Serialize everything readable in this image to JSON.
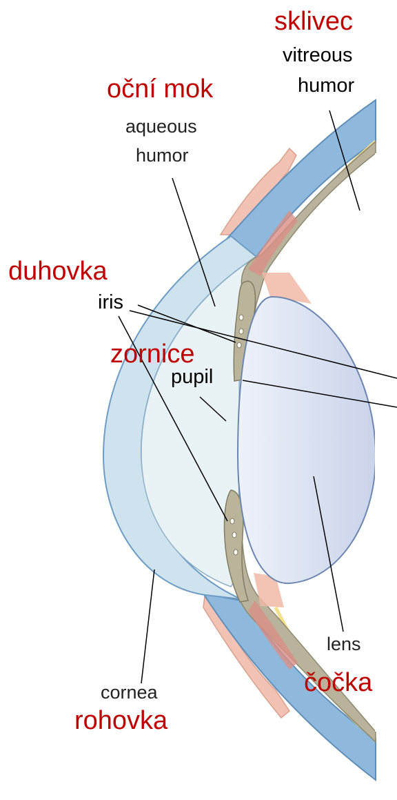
{
  "labels": {
    "vitreous_cz": "sklivec",
    "vitreous_en_1": "vitreous",
    "vitreous_en_2": "humor",
    "aqueous_cz": "oční mok",
    "aqueous_en_1": "aqueous",
    "aqueous_en_2": "humor",
    "iris_cz": "duhovka",
    "iris_en": "iris",
    "pupil_cz": "zornice",
    "pupil_en": "pupil",
    "lens_en": "lens",
    "lens_cz": "čočka",
    "cornea_en": "cornea",
    "cornea_cz": "rohovka"
  },
  "colors": {
    "label_czech": "#c00000",
    "sclera_blue": "#8fb9dc",
    "cornea_fill": "#d8e9f2",
    "aqueous_fill": "#e9f3f6",
    "lens_fill": "#dfe6f3",
    "ciliary_tan": "#b8b39a",
    "muscle_pink": "#e8a99a",
    "zonule_yellow": "#f3e08a"
  }
}
